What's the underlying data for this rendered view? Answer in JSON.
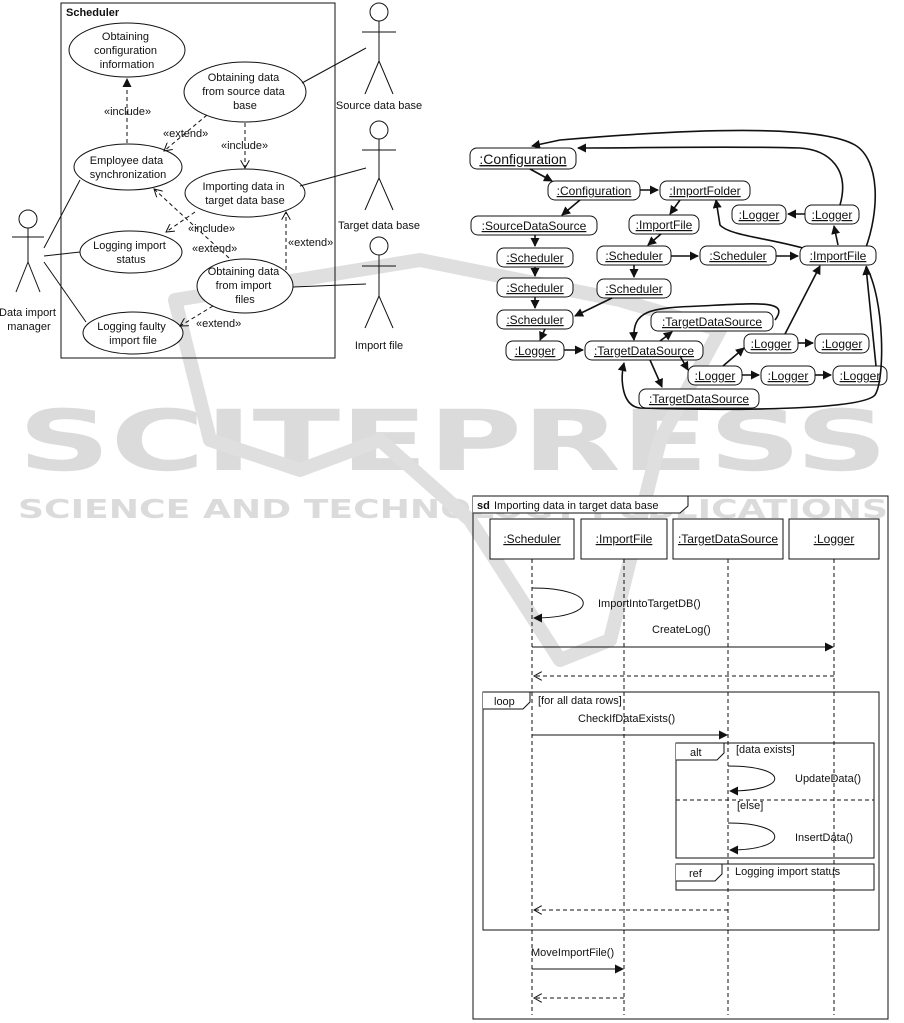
{
  "usecase": {
    "frame_title": "Scheduler",
    "use_cases": {
      "config": [
        "Obtaining",
        "configuration",
        "information"
      ],
      "source": [
        "Obtaining data",
        "from source data",
        "base"
      ],
      "sync": [
        "Employee data",
        "synchronization"
      ],
      "import_target": [
        "Importing data in",
        "target data base"
      ],
      "logging_status": [
        "Logging import",
        "status"
      ],
      "import_files": [
        "Obtaining data",
        "from import",
        "files"
      ],
      "faulty": [
        "Logging faulty",
        "import file"
      ]
    },
    "actors": {
      "manager": [
        "Data import",
        "manager"
      ],
      "source_db": "Source data base",
      "target_db": "Target data base",
      "import_file": "Import file"
    },
    "relations": {
      "include1": "«include»",
      "extend1": "«extend»",
      "include2": "«include»",
      "include3": "«include»",
      "extend2": "«extend»",
      "extend3": "«extend»",
      "extend4": "«extend»"
    }
  },
  "collaboration": {
    "objects": {
      "config1": ":Configuration",
      "config2": ":Configuration",
      "import_folder": ":ImportFolder",
      "source_ds": ":SourceDataSource",
      "import_file1": ":ImportFile",
      "logger_a": ":Logger",
      "logger_b": ":Logger",
      "sched1": ":Scheduler",
      "sched2": ":Scheduler",
      "sched3": ":Scheduler",
      "sched4": ":Scheduler",
      "sched5": ":Scheduler",
      "sched6": ":Scheduler",
      "import_file2": ":ImportFile",
      "tds_top": ":TargetDataSource",
      "logger_c": ":Logger",
      "logger_d": ":Logger",
      "logger_e": ":Logger",
      "tds_main": ":TargetDataSource",
      "logger_f": ":Logger",
      "logger_g": ":Logger",
      "logger_h": ":Logger",
      "tds_bottom": ":TargetDataSource"
    }
  },
  "sequence": {
    "frame_tag": "sd",
    "frame_title": "Importing data in target data base",
    "lifelines": [
      ":Scheduler",
      ":ImportFile",
      ":TargetDataSource",
      ":Logger"
    ],
    "messages": {
      "import_into": "ImportIntoTargetDB()",
      "create_log": "CreateLog()",
      "check_exists": "CheckIfDataExists()",
      "update": "UpdateData()",
      "insert": "InsertData()",
      "move": "MoveImportFile()"
    },
    "loop": {
      "tag": "loop",
      "guard": "[for all data rows]"
    },
    "alt": {
      "tag": "alt",
      "guard1": "[data exists]",
      "guard2": "[else]"
    },
    "ref": {
      "tag": "ref",
      "label": "Logging import status"
    }
  },
  "watermark": {
    "big": "SCITEPRESS",
    "small": "SCIENCE AND TECHNOLOGY PUBLICATIONS"
  }
}
